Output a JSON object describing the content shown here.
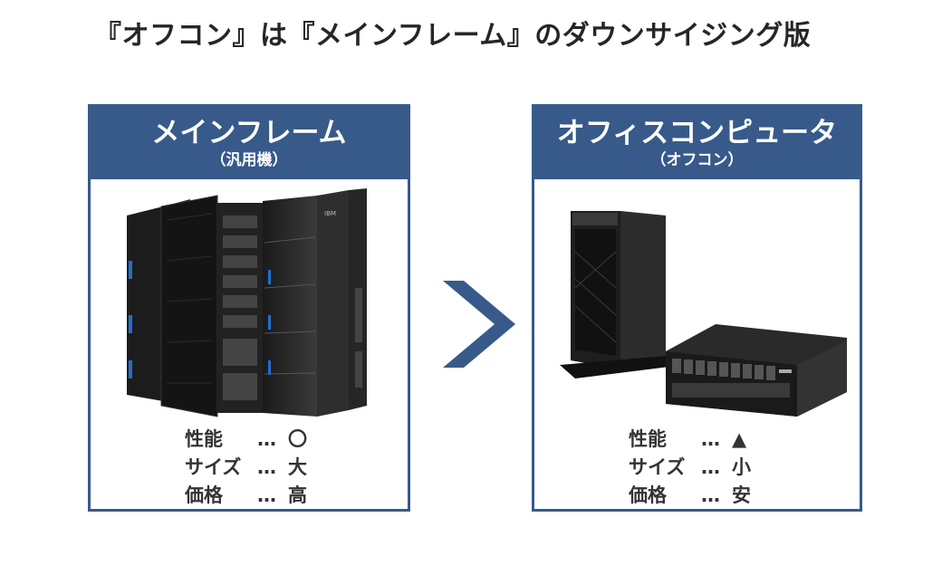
{
  "title": "『オフコン』は『メインフレーム』のダウンサイジング版",
  "left_panel": {
    "title": "メインフレーム",
    "subtitle": "（汎用機）",
    "image": "mainframe-image",
    "specs": [
      {
        "label": "性能",
        "dots": "…",
        "value": "〇"
      },
      {
        "label": "サイズ",
        "dots": "…",
        "value": "大"
      },
      {
        "label": "価格",
        "dots": "…",
        "value": "高"
      }
    ]
  },
  "right_panel": {
    "title": "オフィスコンピュータ",
    "subtitle": "（オフコン）",
    "image": "office-computer-image",
    "specs": [
      {
        "label": "性能",
        "dots": "…",
        "value": "▲"
      },
      {
        "label": "サイズ",
        "dots": "…",
        "value": "小"
      },
      {
        "label": "価格",
        "dots": "…",
        "value": "安"
      }
    ]
  },
  "comparison_symbol": "greater-than-arrow",
  "colors": {
    "header_blue": "#375a8a",
    "title_text": "#262626",
    "spec_text": "#333333"
  }
}
